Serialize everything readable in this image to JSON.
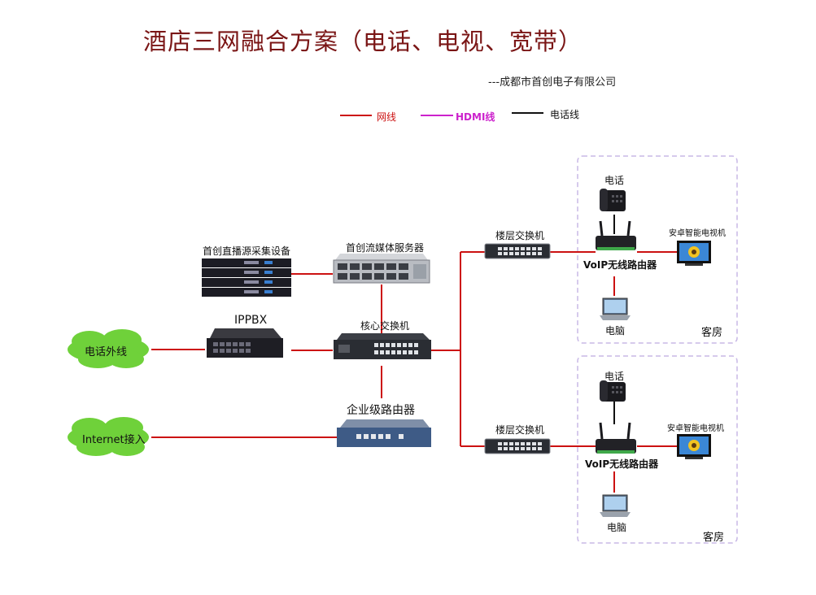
{
  "title": "酒店三网融合方案（电话、电视、宽带）",
  "subtitle": "---成都市首创电子有限公司",
  "legend": {
    "network": "网线",
    "hdmi": "HDMI线",
    "phone": "电话线"
  },
  "colors": {
    "network": "#cc1111",
    "hdmi": "#cc22cc",
    "phone": "#111111",
    "cloud": "#6fd13a",
    "room_border": "#c8b8e6",
    "title": "#7a1515"
  },
  "nodes": {
    "phone_line": "电话外线",
    "internet": "Internet接入",
    "ippbx": "IPPBX",
    "live_source": "首创直播源采集设备",
    "media_server": "首创流媒体服务器",
    "core_switch": "核心交换机",
    "router": "企业级路由器",
    "floor_switch_1": "楼层交换机",
    "floor_switch_2": "楼层交换机"
  },
  "rooms": [
    {
      "phone": "电话",
      "router": "VoIP无线路由器",
      "tv": "安卓智能电视机",
      "pc": "电脑",
      "room": "客房"
    },
    {
      "phone": "电话",
      "router": "VoIP无线路由器",
      "tv": "安卓智能电视机",
      "pc": "电脑",
      "room": "客房"
    }
  ]
}
